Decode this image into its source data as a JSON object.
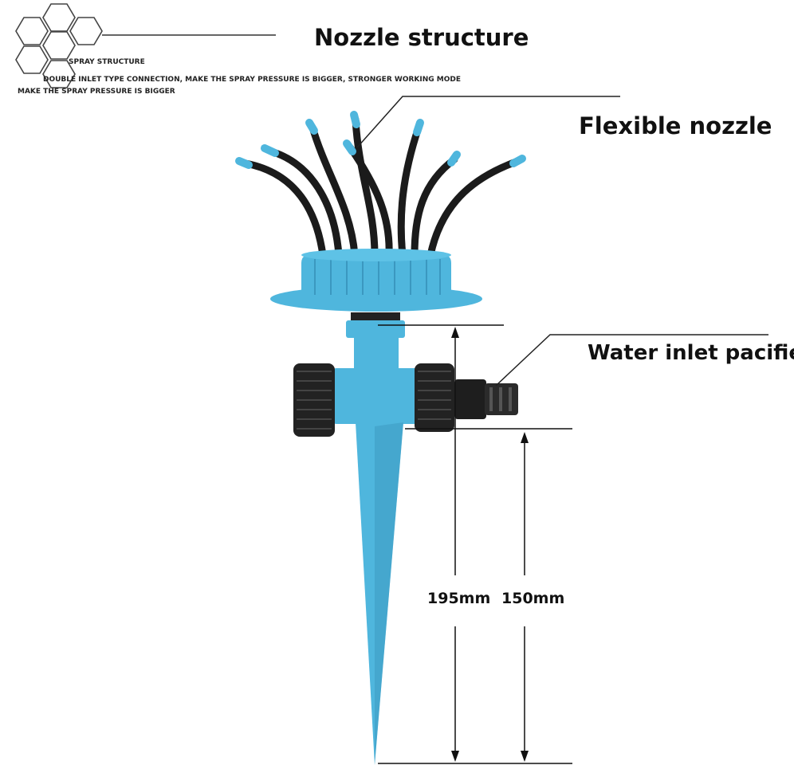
{
  "title": "Nozzle structure",
  "spray": {
    "heading": "SPRAY STRUCTURE",
    "line1": "DOUBLE INLET TYPE CONNECTION, MAKE THE SPRAY PRESSURE IS BIGGER, STRONGER WORKING MODE",
    "line2": "MAKE THE SPRAY PRESSURE IS BIGGER"
  },
  "labels": {
    "nozzle": "Flexible nozzle",
    "inlet": "Water inlet pacifier"
  },
  "dimensions": {
    "total_height": "195mm",
    "spike_height": "150mm"
  },
  "colors": {
    "body": "#4fb6dd",
    "body_dark": "#3b98c0",
    "tube": "#1a1a1a",
    "cap": "#2a2a2a"
  }
}
